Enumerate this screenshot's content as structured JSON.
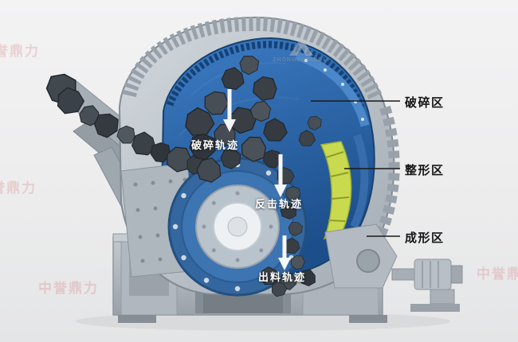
{
  "trajectory_labels": {
    "crushing": "破碎轨迹",
    "impact": "反击轨迹",
    "discharge": "出料轨迹"
  },
  "zone_labels": {
    "crushing": "破碎区",
    "shaping": "整形区",
    "forming": "成形区"
  },
  "watermark": {
    "brand": "中誉鼎力",
    "brand_latin": "ZHONGYUDINGLI"
  },
  "colors": {
    "background": "#ededee",
    "housing_gray": "#b9c0c7",
    "chamber_blue": "#2e69ab",
    "liner_green": "#c9da4e",
    "rock_dark": "#3a4046",
    "arrow_white": "#ffffff",
    "label_black": "#141414",
    "watermark_red": "#cc3333"
  },
  "icons": {
    "down_arrow": "↓"
  }
}
